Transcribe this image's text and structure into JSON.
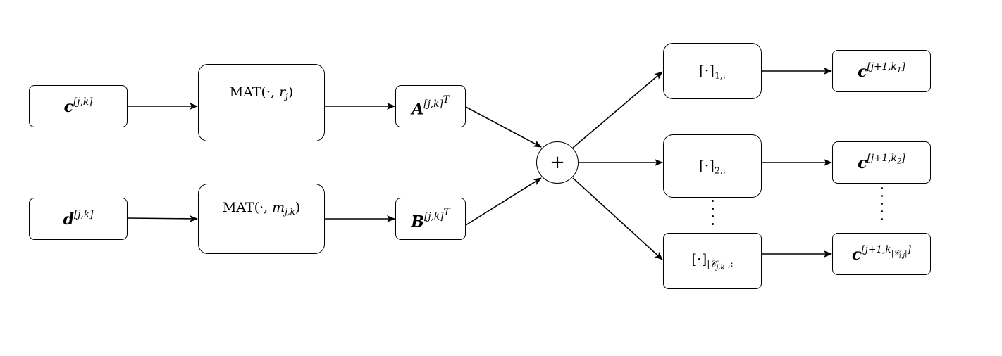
{
  "inputs": {
    "c": {
      "base": "c",
      "sup": "[j,k]"
    },
    "d": {
      "base": "d",
      "sup": "[j,k]"
    }
  },
  "operators": {
    "mat_r": {
      "name": "MAT",
      "open": "(·, ",
      "arg": "r",
      "arg_sub": "j",
      "close": ")"
    },
    "mat_m": {
      "name": "MAT",
      "open": "(·, ",
      "arg": "m",
      "arg_sub": "j,k",
      "close": ")"
    }
  },
  "matrices": {
    "a": {
      "base": "A",
      "sup_index": "[j,k]",
      "sup_t": "T"
    },
    "b": {
      "base": "B",
      "sup_index": "[j,k]",
      "sup_t": "T"
    }
  },
  "sum_symbol": "+",
  "selectors": {
    "row1": {
      "bracket": "[·]",
      "sub": "1,:"
    },
    "row2": {
      "bracket": "[·]",
      "sub": "2,:"
    },
    "rowlast": {
      "bracket": "[·]",
      "sub_open": "|",
      "sub_c": "𝒞",
      "sub_c_sub": "j,k",
      "sub_close": "|,:"
    }
  },
  "outputs": {
    "c1": {
      "base": "c",
      "sup": "[j+1,k",
      "sup_k": "1",
      "sup_close": "]"
    },
    "c2": {
      "base": "c",
      "sup": "[j+1,k",
      "sup_k": "2",
      "sup_close": "]"
    },
    "clast": {
      "base": "c",
      "sup": "[j+1,k",
      "sup_k_open": "|",
      "sup_c": "𝒞",
      "sup_c_sub": "i,j",
      "sup_k_close": "|",
      "sup_close": "]"
    }
  },
  "colors": {
    "stroke": "#000000",
    "background": "#ffffff"
  }
}
